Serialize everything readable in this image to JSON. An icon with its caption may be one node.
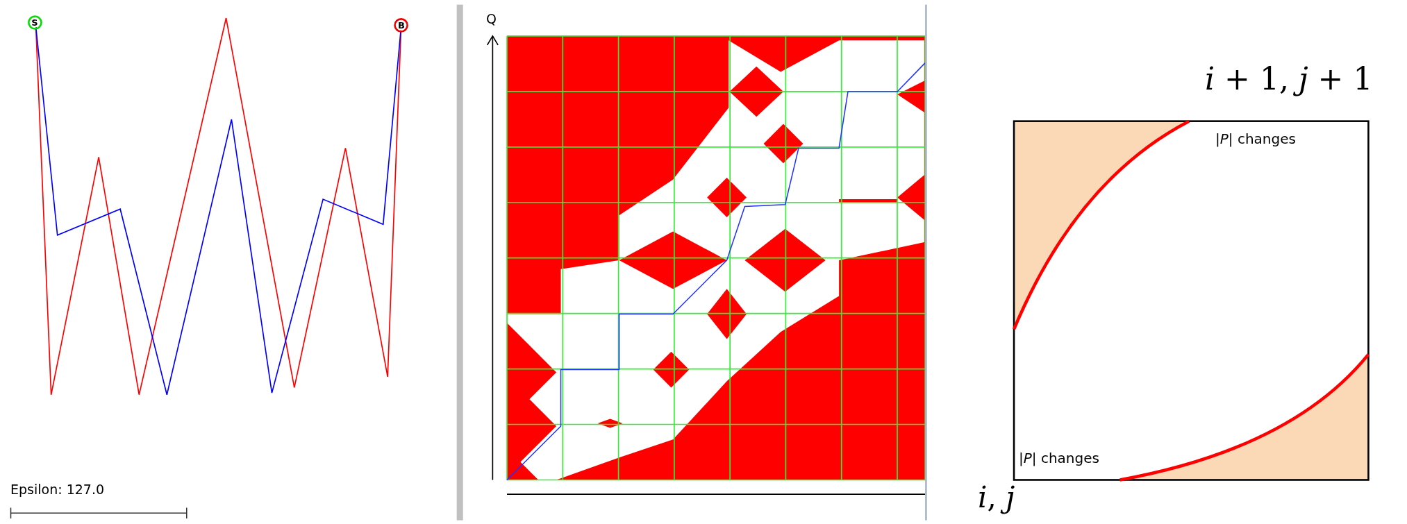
{
  "diagram": {
    "labels": [
      "S",
      "B",
      "Epsilon: 127.0",
      "Q",
      "*i* + 1, *j* + 1",
      "|*P*| changes",
      "|*P*| changes",
      "*i*, *j*"
    ]
  }
}
